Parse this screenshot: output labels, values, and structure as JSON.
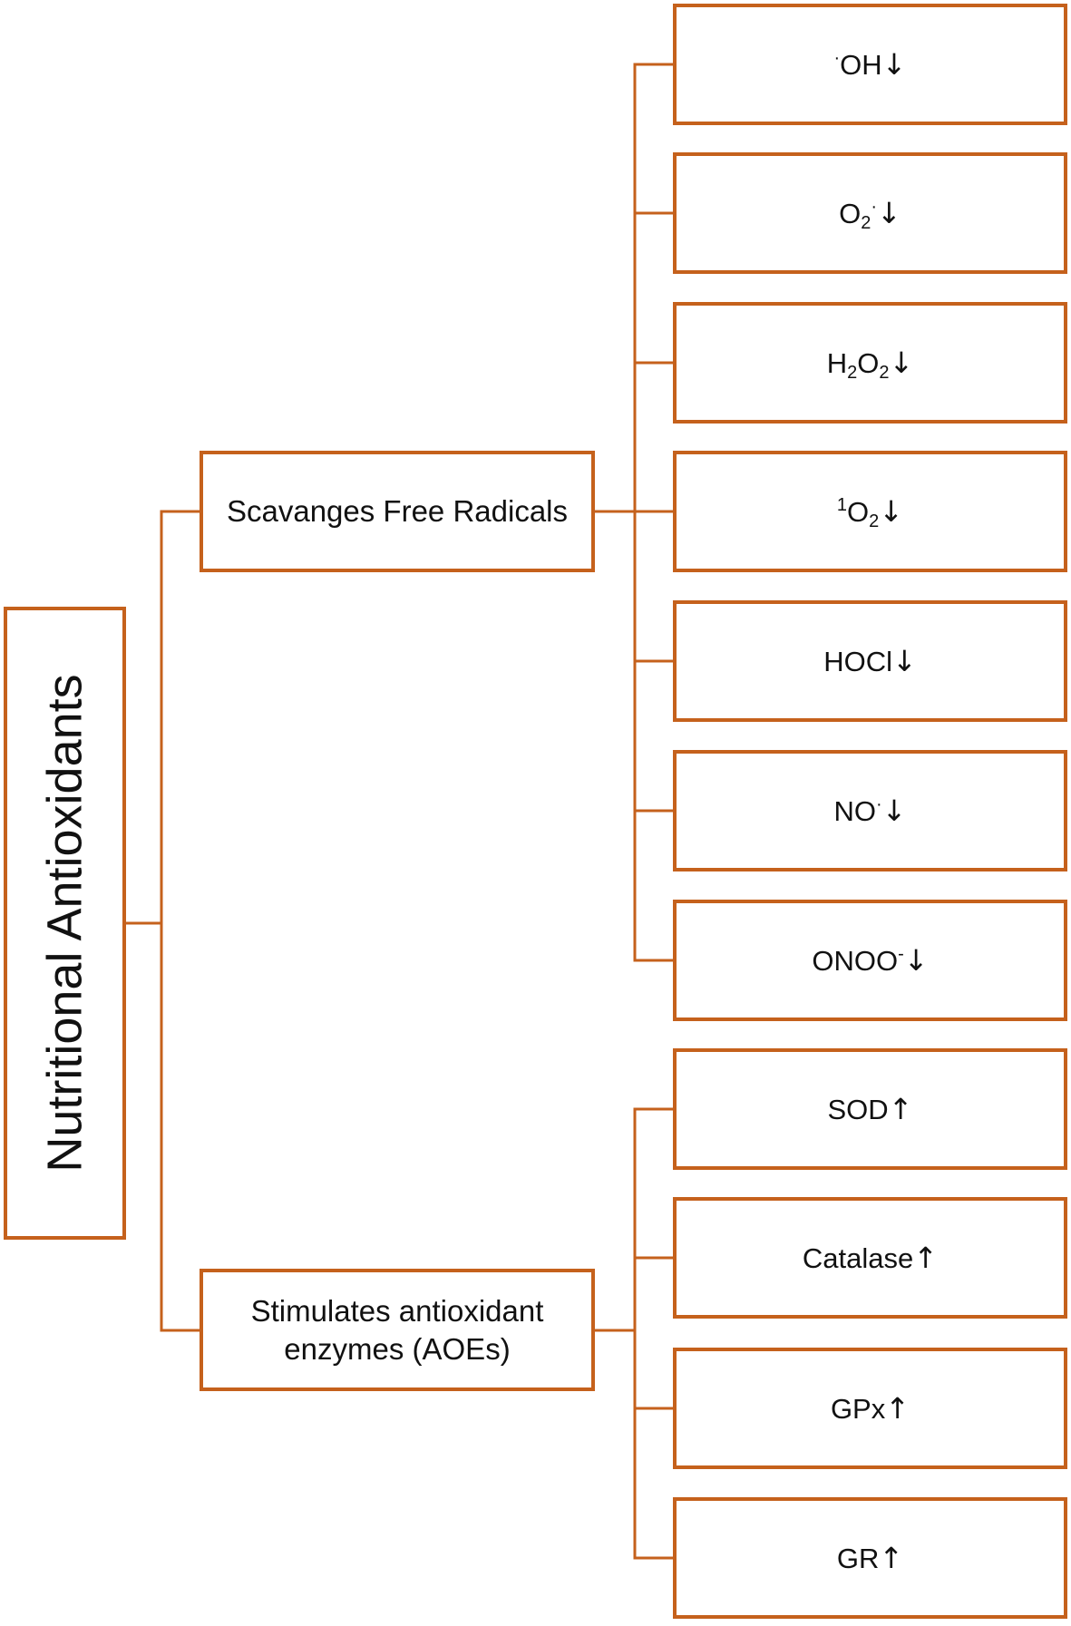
{
  "colors": {
    "box_border": "#c5611c",
    "connector": "#c5611c",
    "text": "#111111"
  },
  "root": {
    "label": "Nutritional Antioxidants"
  },
  "branches": [
    {
      "label": "Scavanges Free Radicals",
      "leaves": [
        {
          "parts": [
            [
              "sup",
              "·"
            ],
            [
              "t",
              "OH"
            ]
          ],
          "arrow": "↓"
        },
        {
          "parts": [
            [
              "t",
              "O"
            ],
            [
              "sub",
              "2"
            ],
            [
              "sup",
              "·"
            ]
          ],
          "arrow": "↓"
        },
        {
          "parts": [
            [
              "t",
              "H"
            ],
            [
              "sub",
              "2"
            ],
            [
              "t",
              "O"
            ],
            [
              "sub",
              "2"
            ]
          ],
          "arrow": "↓"
        },
        {
          "parts": [
            [
              "sup",
              "1"
            ],
            [
              "t",
              "O"
            ],
            [
              "sub",
              "2"
            ]
          ],
          "arrow": "↓"
        },
        {
          "parts": [
            [
              "t",
              "HOCl"
            ]
          ],
          "arrow": "↓"
        },
        {
          "parts": [
            [
              "t",
              "NO"
            ],
            [
              "sup",
              "·"
            ]
          ],
          "arrow": "↓"
        },
        {
          "parts": [
            [
              "t",
              "ONOO"
            ],
            [
              "sup",
              "-"
            ]
          ],
          "arrow": "↓"
        }
      ]
    },
    {
      "label": "Stimulates antioxidant enzymes (AOEs)",
      "leaves": [
        {
          "parts": [
            [
              "t",
              "SOD"
            ]
          ],
          "arrow": "↑"
        },
        {
          "parts": [
            [
              "t",
              "Catalase"
            ]
          ],
          "arrow": "↑"
        },
        {
          "parts": [
            [
              "t",
              "GPx"
            ]
          ],
          "arrow": "↑"
        },
        {
          "parts": [
            [
              "t",
              "GR"
            ]
          ],
          "arrow": "↑"
        }
      ]
    }
  ]
}
